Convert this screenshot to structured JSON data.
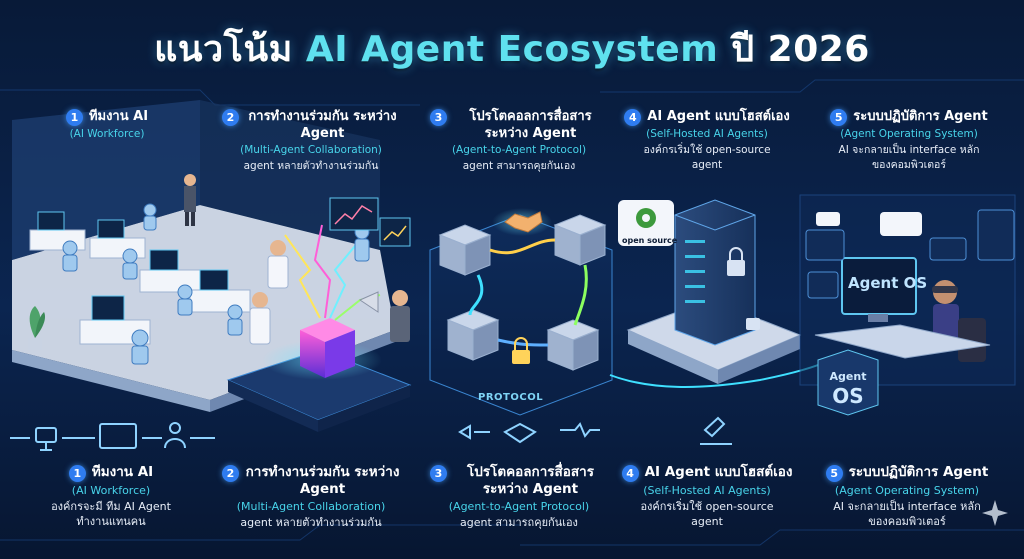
{
  "title": {
    "thai_prefix": "แนวโน้ม",
    "highlight": "AI Agent Ecosystem",
    "thai_year": "ปี 2026"
  },
  "top_cards": [
    {
      "num": "1",
      "title": "ทีมงาน AI",
      "subtitle": "(AI Workforce)",
      "desc": ""
    },
    {
      "num": "2",
      "title": "การทำงานร่วมกัน ระหว่าง Agent",
      "subtitle": "(Multi-Agent Collaboration)",
      "desc": "agent หลายตัวทำงานร่วมกัน"
    },
    {
      "num": "3",
      "title": "โปรโตคอลการสื่อสาร ระหว่าง Agent",
      "subtitle": "(Agent-to-Agent Protocol)",
      "desc": "agent สามารถคุยกันเอง"
    },
    {
      "num": "4",
      "title": "AI Agent แบบโฮสต์เอง",
      "subtitle": "(Self-Hosted AI Agents)",
      "desc": "องค์กรเริ่มใช้ open-source agent"
    },
    {
      "num": "5",
      "title": "ระบบปฏิบัติการ Agent",
      "subtitle": "(Agent Operating System)",
      "desc": "AI จะกลายเป็น interface หลักของคอมพิวเตอร์"
    }
  ],
  "bottom_cards": [
    {
      "num": "1",
      "title": "ทีมงาน AI",
      "subtitle": "(AI Workforce)",
      "desc": "องค์กรจะมี ทีม AI Agent ทำงานแทนคน"
    },
    {
      "num": "2",
      "title": "การทำงานร่วมกัน ระหว่าง Agent",
      "subtitle": "(Multi-Agent Collaboration)",
      "desc": "agent หลายตัวทำงานร่วมกัน"
    },
    {
      "num": "3",
      "title": "โปรโตคอลการสื่อสาร ระหว่าง Agent",
      "subtitle": "(Agent-to-Agent Protocol)",
      "desc": "agent สามารถคุยกันเอง"
    },
    {
      "num": "4",
      "title": "AI Agent แบบโฮสต์เอง",
      "subtitle": "(Self-Hosted AI Agents)",
      "desc": "องค์กรเริ่มใช้ open-source agent"
    },
    {
      "num": "5",
      "title": "ระบบปฏิบัติการ Agent",
      "subtitle": "(Agent Operating System)",
      "desc": "AI จะกลายเป็น interface หลักของคอมพิวเตอร์"
    }
  ],
  "labels": {
    "protocol": "PROTOCOL",
    "agent_os_screen": "Agent OS",
    "agent_os_tower_top": "Agent",
    "agent_os_tower_bottom": "OS",
    "open_source": "open source"
  },
  "colors": {
    "background": "#06142b",
    "accent": "#5fe1ef",
    "badge": "#2f7cf0",
    "neon": "#39c6ff",
    "panel_edge": "#3d8bd8"
  }
}
